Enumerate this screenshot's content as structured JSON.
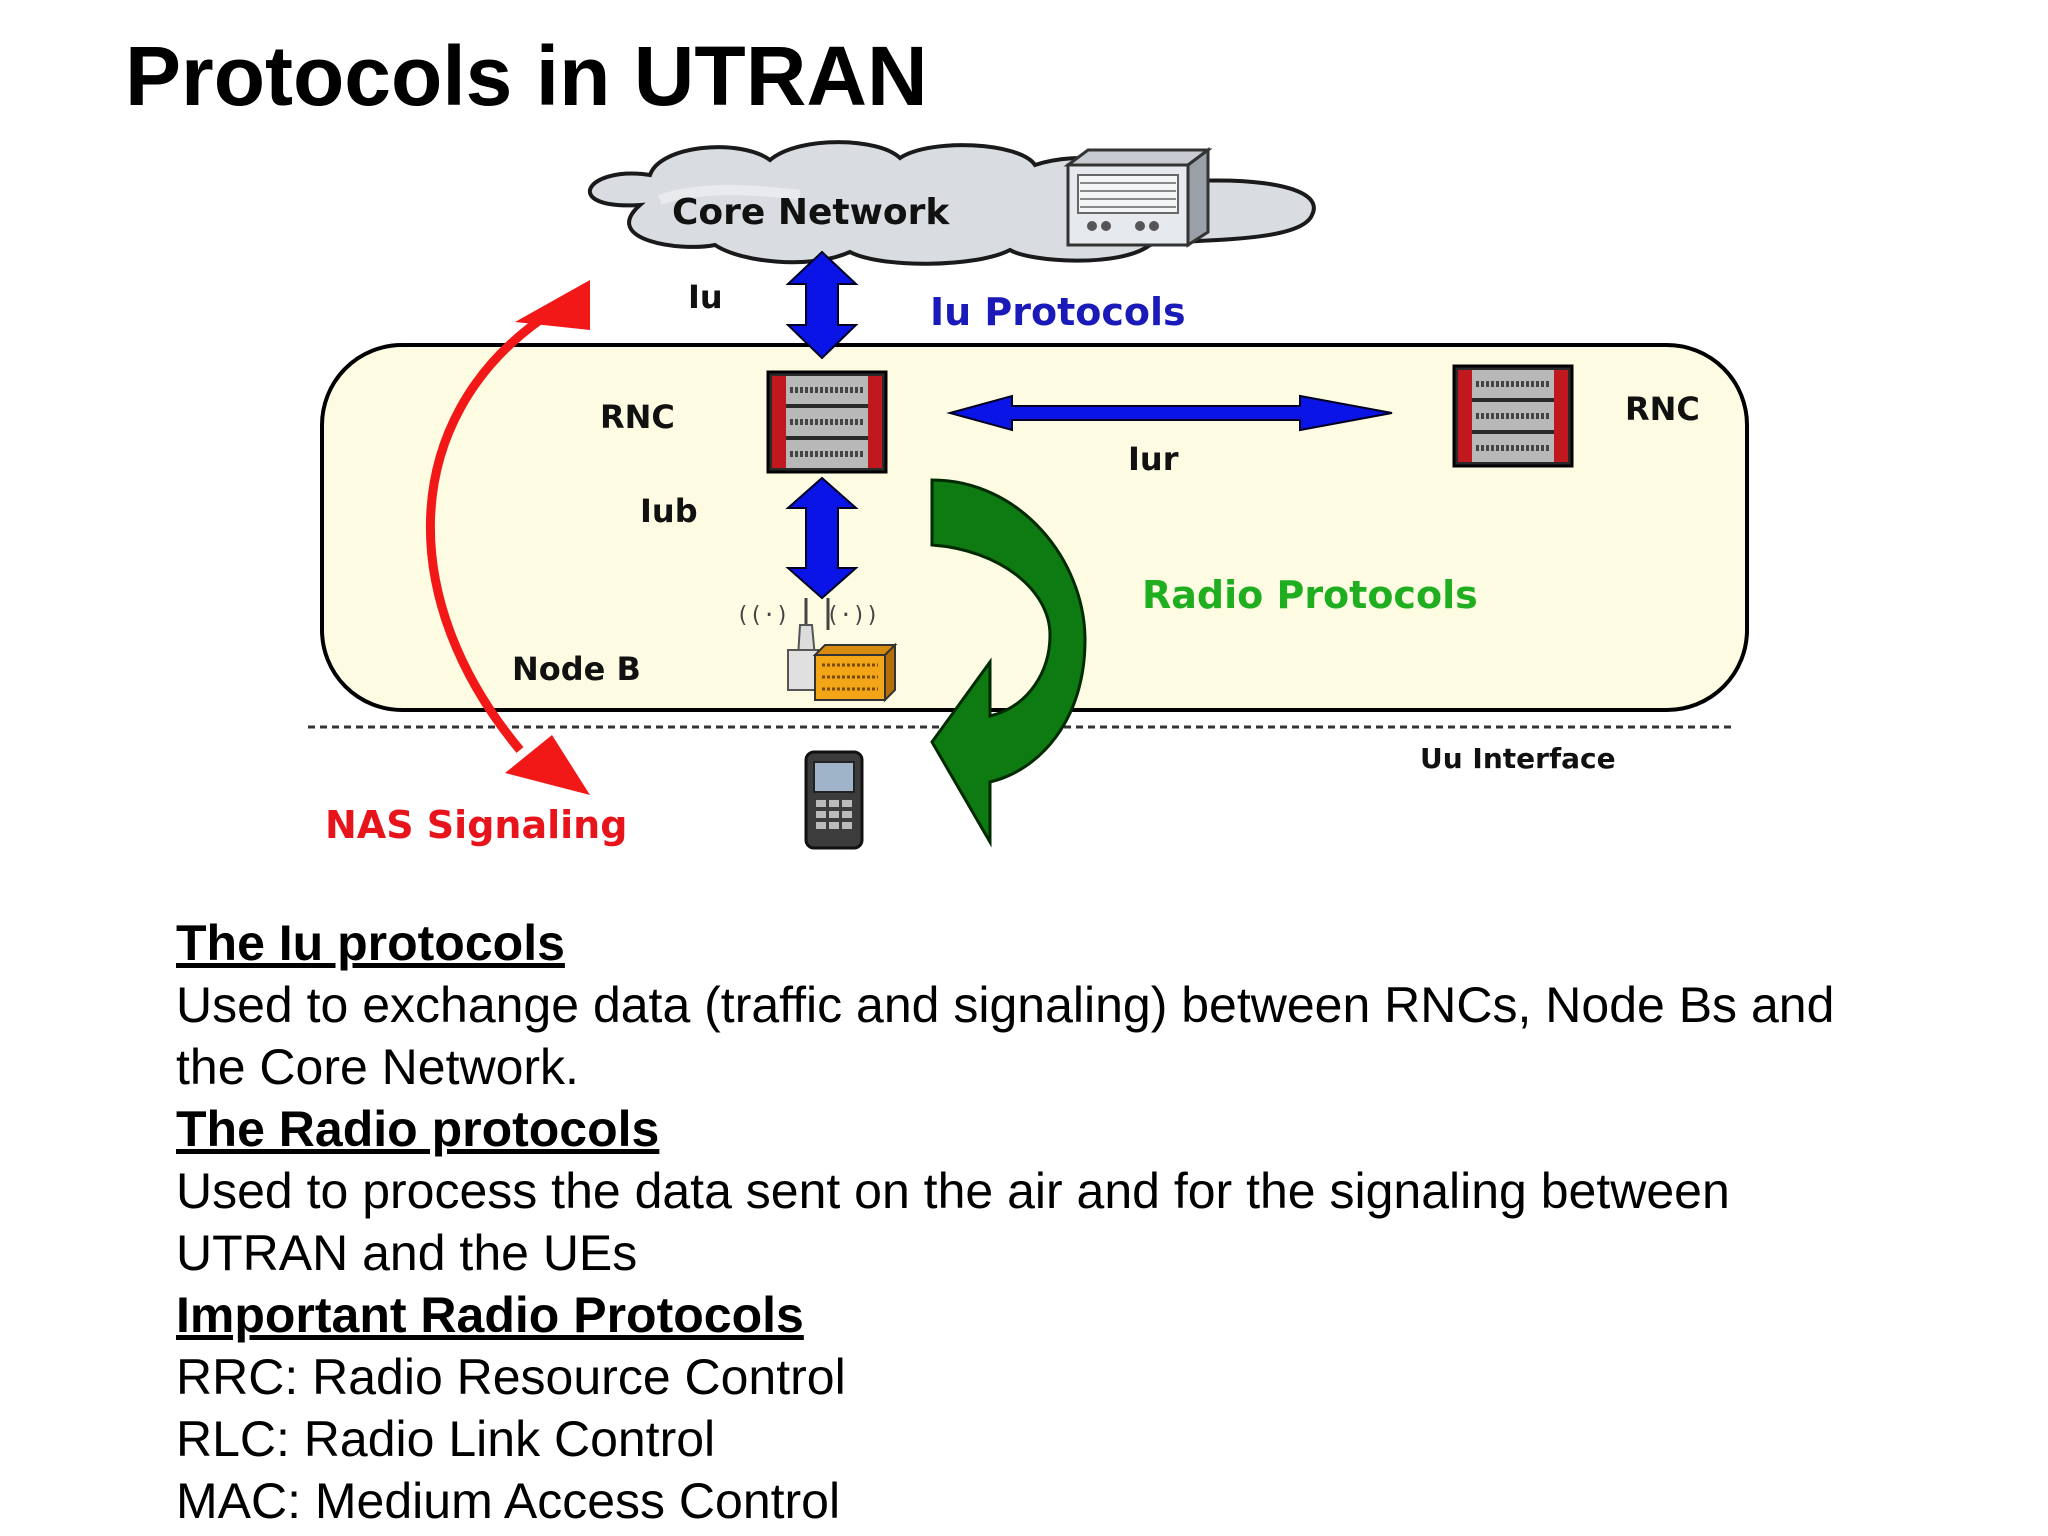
{
  "title": "Protocols in UTRAN",
  "diagram": {
    "core_network": "Core Network",
    "iu": "Iu",
    "iu_protocols": "Iu Protocols",
    "rnc_left": "RNC",
    "rnc_right": "RNC",
    "iur": "Iur",
    "iub": "Iub",
    "node_b": "Node B",
    "radio_protocols": "Radio Protocols",
    "uu_interface": "Uu Interface",
    "nas_signaling": "NAS Signaling",
    "colors": {
      "area_fill": "#fdfce2",
      "blue_arrow": "#0a14e6",
      "green_arrow": "#0e7a12",
      "red_arrow": "#f21818",
      "iu_protocols_text": "#1a1ab8",
      "radio_protocols_text": "#1fae1f",
      "nas_text": "#e8141c"
    }
  },
  "sections": [
    {
      "heading": "The Iu protocols",
      "lines": [
        "Used to exchange data (traffic and signaling) between RNCs, Node Bs and",
        "the Core Network."
      ]
    },
    {
      "heading": "The Radio protocols",
      "lines": [
        "Used to process the data sent on the air and for the signaling between",
        "UTRAN and the UEs"
      ]
    },
    {
      "heading": "Important Radio Protocols",
      "lines": [
        "RRC: Radio Resource Control",
        "RLC: Radio Link Control",
        "MAC: Medium Access Control"
      ]
    }
  ]
}
